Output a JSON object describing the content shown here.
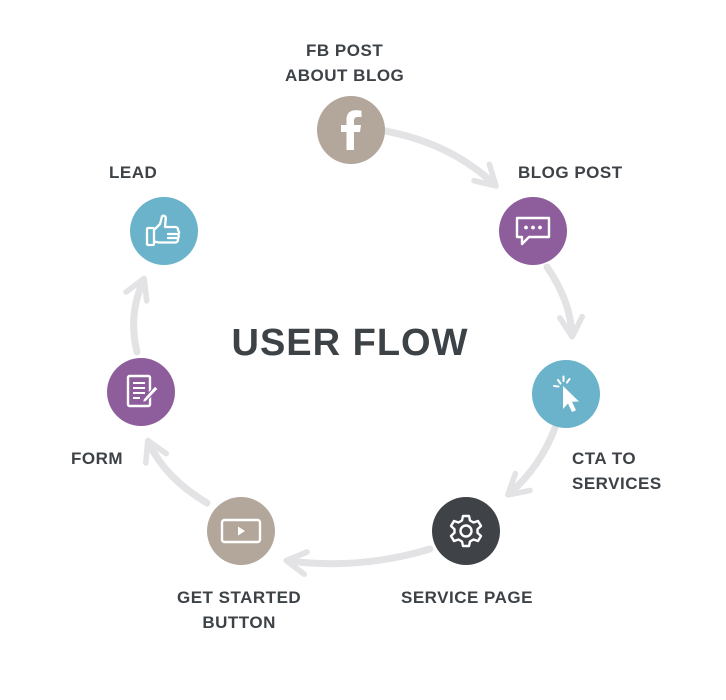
{
  "title": "USER FLOW",
  "colors": {
    "arrow": "#e3e3e5",
    "text": "#3d4247",
    "taupe": "#b3a79c",
    "purple": "#8e5d9c",
    "blue": "#6bb3cb",
    "dark": "#3f4348"
  },
  "steps": [
    {
      "id": "fb-post",
      "label_lines": [
        "FB POST",
        "ABOUT BLOG"
      ],
      "icon": "facebook-icon",
      "color": "#b3a79c"
    },
    {
      "id": "blog-post",
      "label_lines": [
        "BLOG POST"
      ],
      "icon": "chat-bubble-icon",
      "color": "#8e5d9c"
    },
    {
      "id": "cta-to-services",
      "label_lines": [
        "CTA TO",
        "SERVICES"
      ],
      "icon": "cursor-click-icon",
      "color": "#6bb3cb"
    },
    {
      "id": "service-page",
      "label_lines": [
        "SERVICE PAGE"
      ],
      "icon": "gear-icon",
      "color": "#3f4348"
    },
    {
      "id": "get-started-button",
      "label_lines": [
        "GET STARTED",
        "BUTTON"
      ],
      "icon": "play-button-icon",
      "color": "#b3a79c"
    },
    {
      "id": "form",
      "label_lines": [
        "FORM"
      ],
      "icon": "document-pen-icon",
      "color": "#8e5d9c"
    },
    {
      "id": "lead",
      "label_lines": [
        "LEAD"
      ],
      "icon": "thumbs-up-icon",
      "color": "#6bb3cb"
    }
  ]
}
